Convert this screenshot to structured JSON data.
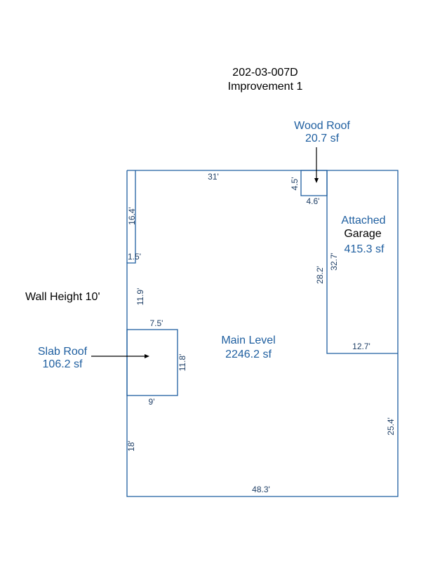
{
  "header": {
    "parcel_id": "202-03-007D",
    "improvement": "Improvement 1"
  },
  "wall_height": "Wall Height 10'",
  "areas": {
    "main": {
      "name": "Main Level",
      "area": "2246.2 sf"
    },
    "garage": {
      "line1": "Attached",
      "line2": "Garage",
      "area": "415.3 sf"
    },
    "wood_roof": {
      "name": "Wood Roof",
      "area": "20.7 sf"
    },
    "slab_roof": {
      "name": "Slab Roof",
      "area": "106.2 sf"
    }
  },
  "dimensions": {
    "top": "31'",
    "left_upper": "16.4'",
    "left_jog": "1.5'",
    "left_mid": "11.9'",
    "slab_top": "7.5'",
    "slab_right": "11.8'",
    "slab_bottom": "9'",
    "left_lower": "18'",
    "bottom": "48.3'",
    "right_lower": "25.4'",
    "garage_bottom": "12.7'",
    "garage_left_outer": "28.2'",
    "garage_left_inner": "32.7'",
    "wood_height": "4.5'",
    "wood_width": "4.6'"
  },
  "colors": {
    "outline": "#1f5fa0",
    "label_blue": "#1f5fa0",
    "dimension_text": "#1f3f66",
    "text_black": "#000000"
  }
}
